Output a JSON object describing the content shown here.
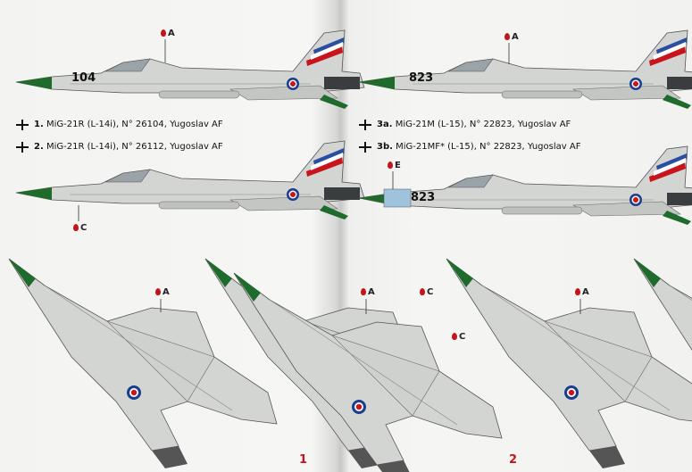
{
  "labels": {
    "l1": {
      "num": "1.",
      "text": "MiG-21R (L-14i), N° 26104, Yugoslav AF"
    },
    "l2": {
      "num": "2.",
      "text": "MiG-21R (L-14i), N° 26112, Yugoslav AF"
    },
    "l3a": {
      "num": "3a.",
      "text": "MiG-21M (L-15), N° 22823, Yugoslav AF"
    },
    "l3b": {
      "num": "3b.",
      "text": "MiG-21MF* (L-15), N° 22823, Yugoslav AF"
    }
  },
  "callouts": {
    "a": "A",
    "c": "C",
    "e": "E"
  },
  "aircraft_codes": {
    "p1": "104",
    "p2": "823"
  },
  "page_numbers": {
    "left": "1",
    "right": "2"
  },
  "colors": {
    "camo": "#d3d5d3",
    "nose_green": "#1e6b2c",
    "roundel_blue": "#1a3e8c",
    "roundel_red": "#c8141a",
    "flag_red": "#c8141a",
    "flag_blue": "#2b4fa0",
    "panel_blue": "#9fc3dc"
  }
}
